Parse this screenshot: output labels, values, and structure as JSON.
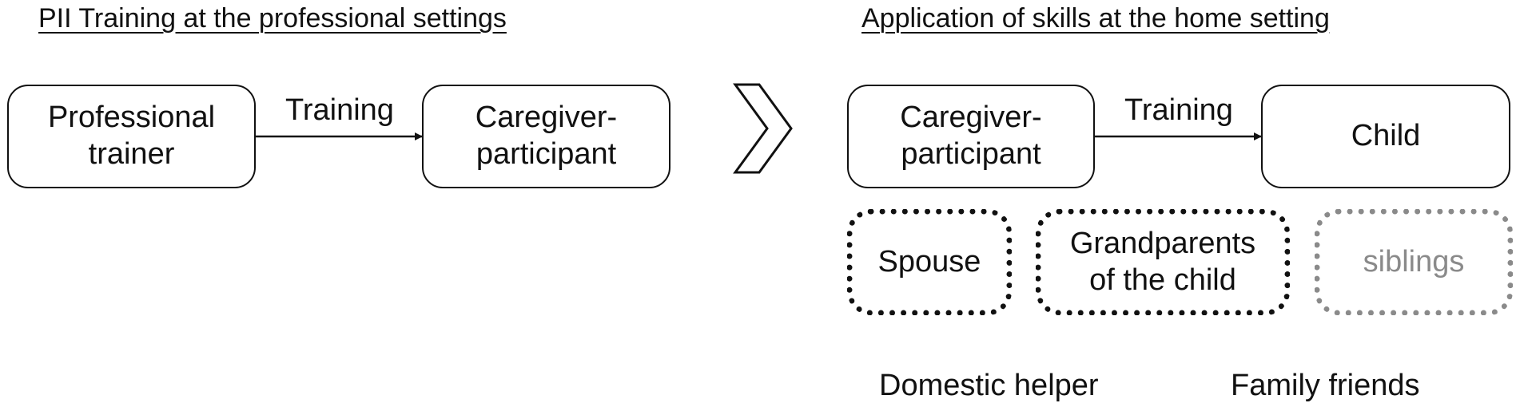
{
  "headings": {
    "left": "PII Training at the professional settings",
    "right": "Application of skills at the home setting"
  },
  "left_section": {
    "trainer_box": "Professional\ntrainer",
    "edge_label": "Training",
    "caregiver_box": "Caregiver-\nparticipant"
  },
  "right_section": {
    "caregiver_box": "Caregiver-\nparticipant",
    "edge_label": "Training",
    "child_box": "Child",
    "spouse_box": "Spouse",
    "grandparents_box": "Grandparents\nof the child",
    "siblings_box": "siblings",
    "domestic_helper": "Domestic helper",
    "family_friends": "Family friends"
  },
  "colors": {
    "stroke": "#111111",
    "muted": "#8a8a8a"
  },
  "icons": {
    "transition": "chevron-right-icon"
  }
}
